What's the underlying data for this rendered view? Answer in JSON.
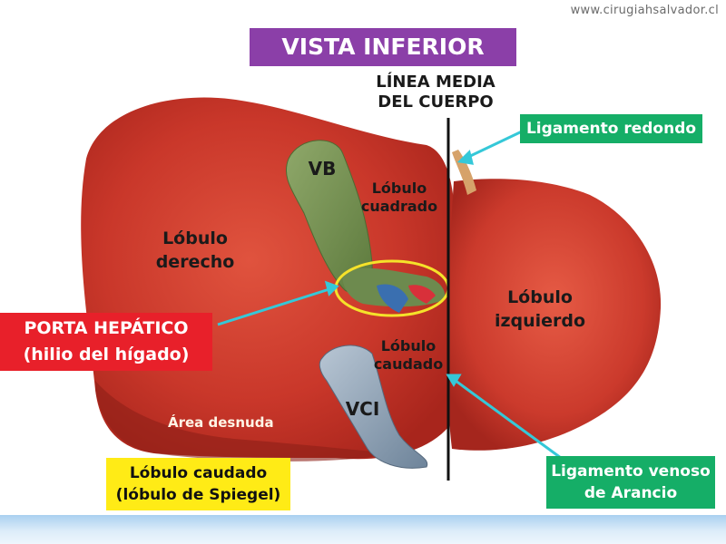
{
  "website": "www.cirugiahsalvador.cl",
  "title": "VISTA INFERIOR",
  "midline": [
    "LÍNEA MEDIA",
    "DEL CUERPO"
  ],
  "labels": {
    "vb": "VB",
    "lobulo_cuadrado": [
      "Lóbulo",
      "cuadrado"
    ],
    "lobulo_derecho": [
      "Lóbulo",
      "derecho"
    ],
    "lobulo_izquierdo": [
      "Lóbulo",
      "izquierdo"
    ],
    "lobulo_caudado": [
      "Lóbulo",
      "caudado"
    ],
    "vci": "VCI",
    "area_desnuda": "Área desnuda"
  },
  "callouts": {
    "ligamento_redondo": "Ligamento redondo",
    "porta_hepatico": [
      "PORTA HEPÁTICO",
      "(hilio del hígado)"
    ],
    "lobulo_spiegel": [
      "Lóbulo caudado",
      "(lóbulo de Spiegel)"
    ],
    "ligamento_venoso": [
      "Ligamento venoso",
      "de Arancio"
    ]
  },
  "colors": {
    "title_bg": "#8b3fa8",
    "green_callout": "#15ae67",
    "red_callout": "#e8202a",
    "yellow_callout": "#ffeb16",
    "liver": "#c9372a",
    "pointer": "#35c8d8"
  }
}
